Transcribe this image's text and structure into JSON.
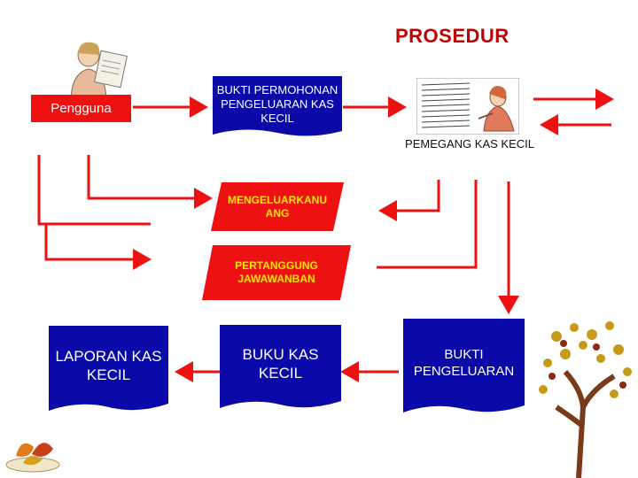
{
  "title": "PROSEDUR",
  "nodes": {
    "pengguna": "Pengguna",
    "bukti_permohonan": "BUKTI PERMOHONAN PENGELUARAN KAS KECIL",
    "pemegang": "PEMEGANG KAS KECIL",
    "mengeluarkan": "MENGELUARKANU ANG",
    "pertanggung": "PERTANGGUNG JAWAWANBAN",
    "laporan": "LAPORAN KAS KECIL",
    "buku": "BUKU KAS KECIL",
    "bukti_pengeluaran": "BUKTI PENGELUARAN"
  },
  "colors": {
    "title": "#c00000",
    "arrow": "#ee1111",
    "box_red": "#ee1111",
    "doc_blue": "#0a0aa8",
    "para_text": "#ffe600"
  },
  "icons": [
    "person-reading-icon",
    "person-at-desk-icon",
    "autumn-tree-icon",
    "leaves-icon"
  ]
}
